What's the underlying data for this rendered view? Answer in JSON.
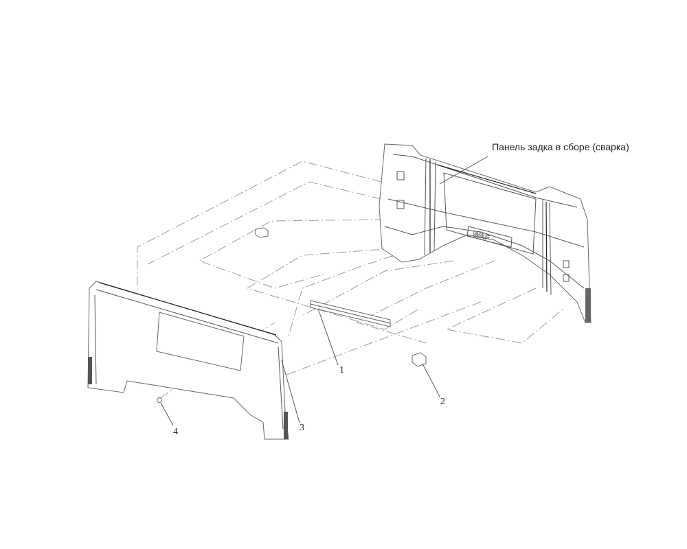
{
  "title": "Панель задка в сборе (сварка)",
  "callouts": [
    {
      "id": "1",
      "label": "1"
    },
    {
      "id": "2",
      "label": "2"
    },
    {
      "id": "3",
      "label": "3"
    },
    {
      "id": "4",
      "label": "4"
    }
  ]
}
